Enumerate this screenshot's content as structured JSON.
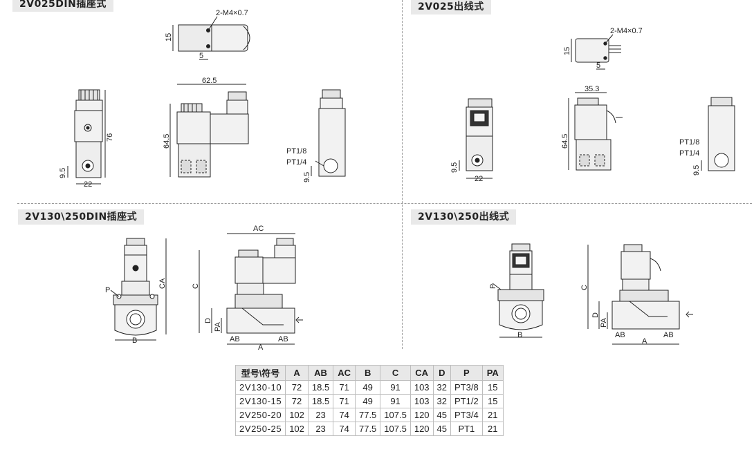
{
  "sections": {
    "s1": {
      "title": "2V025DIN插座式"
    },
    "s2": {
      "title": "2V025出线式"
    },
    "s3": {
      "title": "2V130\\250DIN插座式"
    },
    "s4": {
      "title": "2V130\\250出线式"
    }
  },
  "dims": {
    "s1": {
      "thread": "2-M4×0.7",
      "h15": "15",
      "w5": "5",
      "w625": "62.5",
      "h76": "76",
      "h645": "64.5",
      "h95a": "9.5",
      "w22": "22",
      "pt18": "PT1/8",
      "pt14": "PT1/4",
      "h95b": "9.5"
    },
    "s2": {
      "thread": "2-M4×0.7",
      "h15": "15",
      "w5": "5",
      "w353": "35.3",
      "h645": "64.5",
      "h95a": "9.5",
      "w22": "22",
      "pt18": "PT1/8",
      "pt14": "PT1/4",
      "h95b": "9.5"
    },
    "s3": {
      "ca": "CA",
      "p": "P",
      "b": "B",
      "ac": "AC",
      "c": "C",
      "d": "D",
      "pa": "PA",
      "ab1": "AB",
      "ab2": "AB",
      "a": "A"
    },
    "s4": {
      "p": "P",
      "b": "B",
      "c": "C",
      "d": "D",
      "pa": "PA",
      "ab1": "AB",
      "ab2": "AB",
      "a": "A"
    }
  },
  "table": {
    "headers": [
      "型号\\符号",
      "A",
      "AB",
      "AC",
      "B",
      "C",
      "CA",
      "D",
      "P",
      "PA"
    ],
    "rows": [
      [
        "2V130-10",
        "72",
        "18.5",
        "71",
        "49",
        "91",
        "103",
        "32",
        "PT3/8",
        "15"
      ],
      [
        "2V130-15",
        "72",
        "18.5",
        "71",
        "49",
        "91",
        "103",
        "32",
        "PT1/2",
        "15"
      ],
      [
        "2V250-20",
        "102",
        "23",
        "74",
        "77.5",
        "107.5",
        "120",
        "45",
        "PT3/4",
        "21"
      ],
      [
        "2V250-25",
        "102",
        "23",
        "74",
        "77.5",
        "107.5",
        "120",
        "45",
        "PT1",
        "21"
      ]
    ]
  }
}
